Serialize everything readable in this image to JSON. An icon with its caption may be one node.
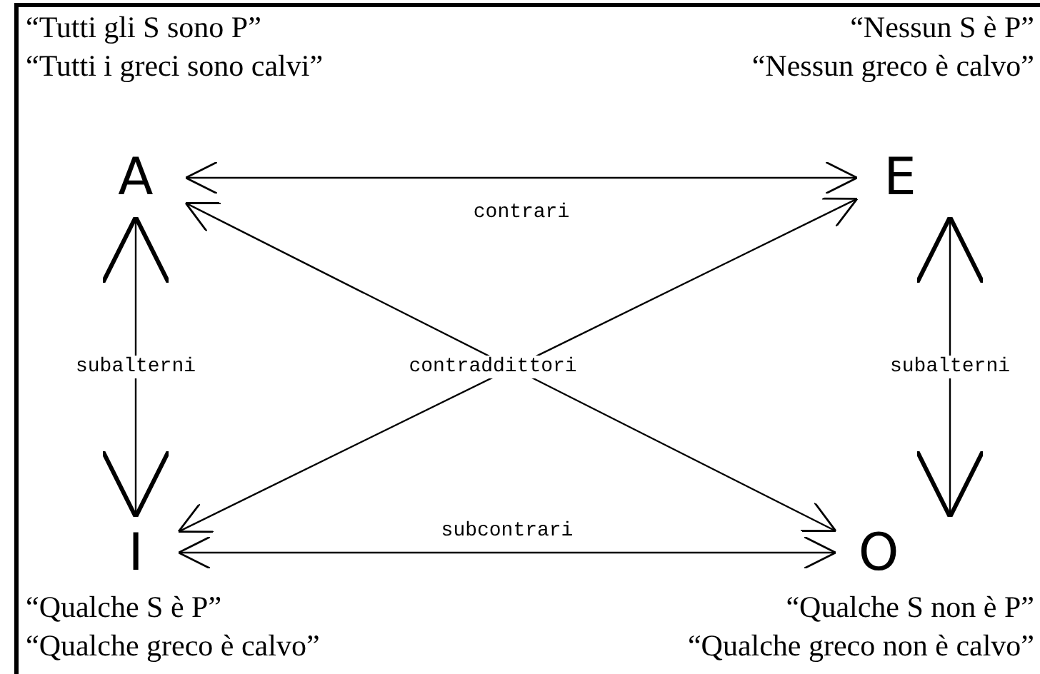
{
  "diagram": {
    "nodes": [
      {
        "text": [
          "A"
        ],
        "beside": [
          "“Tutti gli S sono P”",
          "“Tutti i greci sono calvi”"
        ]
      },
      {
        "text": [
          "E"
        ],
        "beside": [
          "“Nessun S è P”",
          "“Nessun greco è calvo”"
        ]
      },
      {
        "text": [
          "I"
        ],
        "beside": [
          "“Qualche S è P”",
          "“Qualche greco è calvo”"
        ]
      },
      {
        "text": [
          "O"
        ],
        "beside": [
          "“Qualche S non è P”",
          "“Qualche greco non è calvo”"
        ]
      }
    ],
    "edges": [
      {
        "from": 0,
        "to": 1,
        "arrow": "both",
        "label": "contrari"
      },
      {
        "from": 0,
        "to": 2,
        "arrow": "both",
        "label": "subalterni"
      },
      {
        "from": 1,
        "to": 3,
        "arrow": "both",
        "label": "subalterni"
      },
      {
        "from": 0,
        "to": 3,
        "arrow": "both"
      },
      {
        "from": 1,
        "to": 2,
        "arrow": "both"
      },
      {
        "from": 2,
        "to": 3,
        "arrow": "both",
        "label": "subcontrari"
      }
    ],
    "labels": [
      "contraddittori"
    ]
  }
}
